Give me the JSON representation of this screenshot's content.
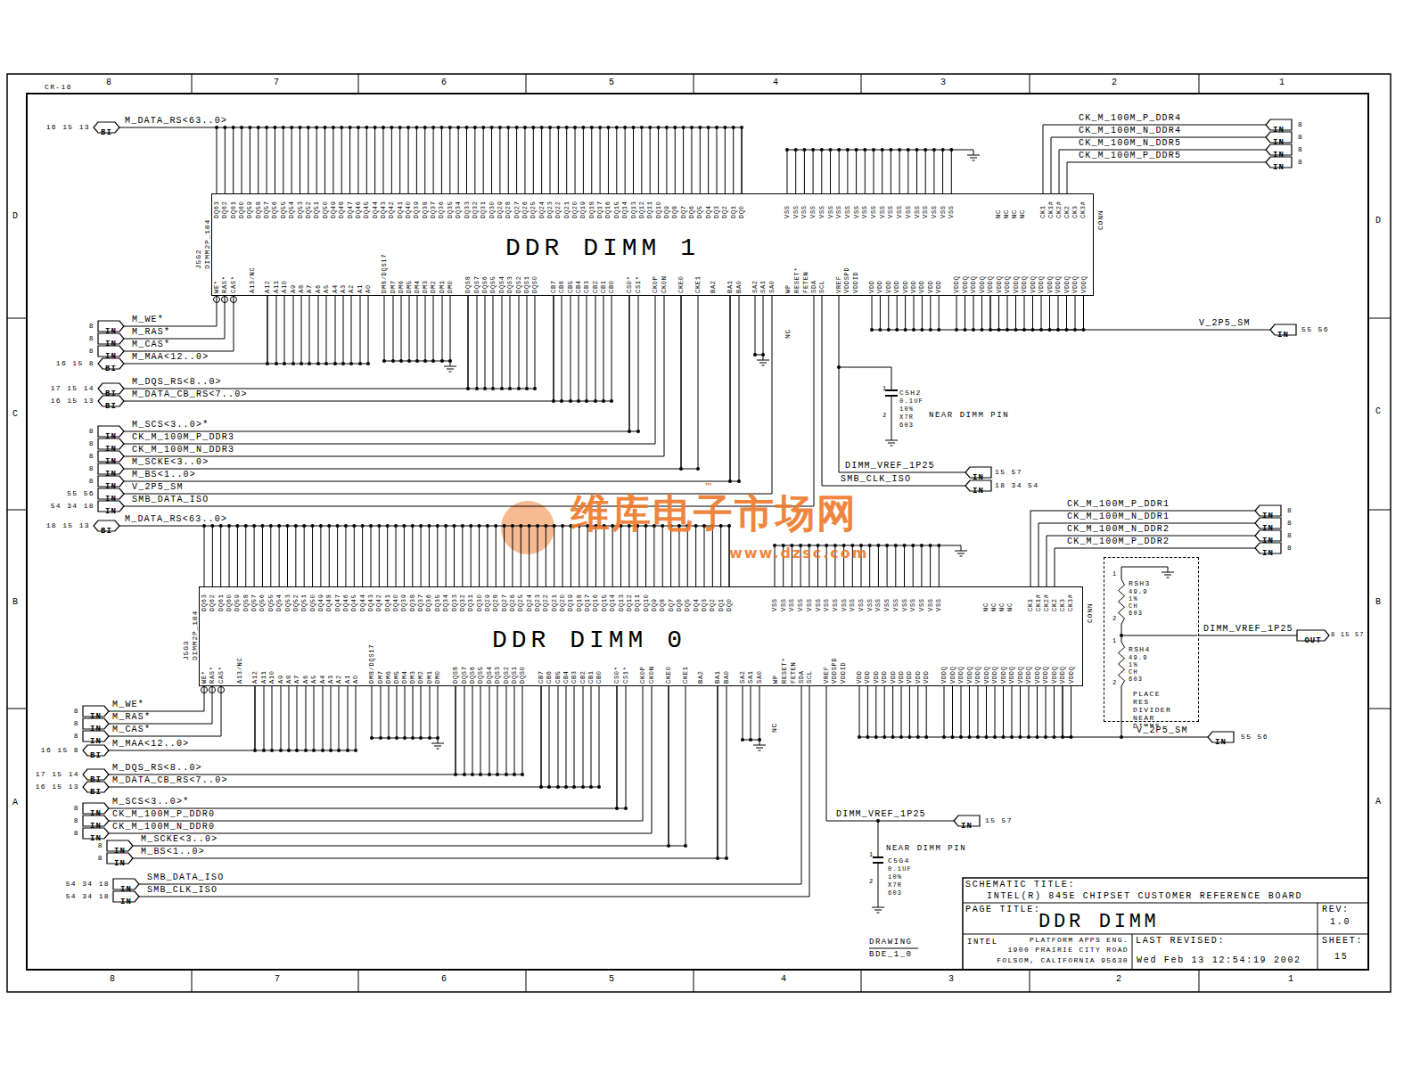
{
  "diagram": {
    "nodes": [
      {
        "text": [
          "DDR DIMM 1",
          "J5G2",
          "DIMM2P_184",
          "CONN"
        ]
      },
      {
        "text": [
          "BI"
        ]
      },
      {
        "text": [
          "IN"
        ]
      },
      {
        "text": [
          "IN"
        ]
      },
      {
        "text": [
          "IN"
        ]
      },
      {
        "text": [
          "IN"
        ]
      },
      {
        "text": [
          "IN"
        ]
      },
      {
        "text": [
          "IN"
        ]
      },
      {
        "text": [
          "IN"
        ]
      },
      {
        "text": [
          "BI"
        ]
      },
      {
        "text": [
          "BI"
        ]
      },
      {
        "text": [
          "BI"
        ]
      },
      {
        "text": [
          "IN"
        ]
      },
      {
        "text": [
          "IN"
        ]
      },
      {
        "text": [
          "IN"
        ]
      },
      {
        "text": [
          "IN"
        ]
      },
      {
        "text": [
          "IN"
        ]
      },
      {
        "text": [
          "IN"
        ]
      },
      {
        "text": [
          "IN"
        ]
      },
      {
        "text": [
          "IN"
        ]
      },
      {
        "text": [
          "IN"
        ]
      },
      {
        "text": [
          "IN"
        ]
      },
      {
        "text": [
          "DDR DIMM 0",
          "J5G3",
          "DIMM2P_184",
          "CONN"
        ]
      },
      {
        "text": [
          "BI"
        ]
      },
      {
        "text": [
          "IN"
        ]
      },
      {
        "text": [
          "IN"
        ]
      },
      {
        "text": [
          "IN"
        ]
      },
      {
        "text": [
          "IN"
        ]
      },
      {
        "text": [
          "PLACE RES DIVIDER NEAR DIMMS"
        ]
      },
      {
        "text": [
          "OUT"
        ]
      },
      {
        "text": [
          "IN"
        ]
      },
      {
        "text": [
          "IN"
        ]
      },
      {
        "text": [
          "IN"
        ]
      },
      {
        "text": [
          "BI"
        ]
      },
      {
        "text": [
          "BI"
        ]
      },
      {
        "text": [
          "BI"
        ]
      },
      {
        "text": [
          "IN"
        ]
      },
      {
        "text": [
          "IN"
        ]
      },
      {
        "text": [
          "IN"
        ]
      },
      {
        "text": [
          "IN"
        ]
      },
      {
        "text": [
          "IN"
        ]
      },
      {
        "text": [
          "IN"
        ]
      },
      {
        "text": [
          "IN"
        ]
      },
      {
        "text": [
          "IN"
        ]
      },
      {
        "text": [
          "IN"
        ]
      }
    ],
    "edges": [
      {
        "from": 1,
        "to": 0,
        "arrow": "none",
        "label": "M_DATA_RS<63..0>"
      },
      {
        "from": 2,
        "to": 0,
        "arrow": "none",
        "label": "CK_M_100M_P_DDR4"
      },
      {
        "from": 3,
        "to": 0,
        "arrow": "none",
        "label": "CK_M_100M_N_DDR4"
      },
      {
        "from": 4,
        "to": 0,
        "arrow": "none",
        "label": "CK_M_100M_N_DDR5"
      },
      {
        "from": 5,
        "to": 0,
        "arrow": "none",
        "label": "CK_M_100M_P_DDR5"
      },
      {
        "from": 6,
        "to": 0,
        "arrow": "none",
        "label": "M_WE*"
      },
      {
        "from": 7,
        "to": 0,
        "arrow": "none",
        "label": "M_RAS*"
      },
      {
        "from": 8,
        "to": 0,
        "arrow": "none",
        "label": "M_CAS*"
      },
      {
        "from": 9,
        "to": 0,
        "arrow": "none",
        "label": "M_MAA<12..0>"
      },
      {
        "from": 10,
        "to": 0,
        "arrow": "none",
        "label": "M_DQS_RS<8..0>"
      },
      {
        "from": 11,
        "to": 0,
        "arrow": "none",
        "label": "M_DATA_CB_RS<7..0>"
      },
      {
        "from": 12,
        "to": 0,
        "arrow": "none",
        "label": "M_SCS<3..0>*"
      },
      {
        "from": 13,
        "to": 0,
        "arrow": "none",
        "label": "CK_M_100M_P_DDR3"
      },
      {
        "from": 14,
        "to": 0,
        "arrow": "none",
        "label": "CK_M_100M_N_DDR3"
      },
      {
        "from": 15,
        "to": 0,
        "arrow": "none",
        "label": "M_SCKE<3..0>"
      },
      {
        "from": 16,
        "to": 0,
        "arrow": "none",
        "label": "M_BS<1..0>"
      },
      {
        "from": 17,
        "to": 0,
        "arrow": "none",
        "label": "V_2P5_SM"
      },
      {
        "from": 18,
        "to": 0,
        "arrow": "none",
        "label": "SMB_DATA_ISO"
      },
      {
        "from": 19,
        "to": 0,
        "arrow": "none",
        "label": "V_2P5_SM"
      },
      {
        "from": 20,
        "to": 0,
        "arrow": "none",
        "label": "DIMM_VREF_1P25"
      },
      {
        "from": 21,
        "to": 0,
        "arrow": "none",
        "label": "SMB_CLK_ISO"
      },
      {
        "from": 23,
        "to": 22,
        "arrow": "none",
        "label": "M_DATA_RS<63..0>"
      },
      {
        "from": 24,
        "to": 22,
        "arrow": "none",
        "label": "CK_M_100M_P_DDR1"
      },
      {
        "from": 25,
        "to": 22,
        "arrow": "none",
        "label": "CK_M_100M_N_DDR1"
      },
      {
        "from": 26,
        "to": 22,
        "arrow": "none",
        "label": "CK_M_100M_N_DDR2"
      },
      {
        "from": 27,
        "to": 22,
        "arrow": "none",
        "label": "CK_M_100M_P_DDR2"
      },
      {
        "from": 28,
        "to": 29,
        "arrow": "none",
        "label": "DIMM_VREF_1P25"
      },
      {
        "from": 30,
        "to": 22,
        "arrow": "none",
        "label": "M_WE*"
      },
      {
        "from": 31,
        "to": 22,
        "arrow": "none",
        "label": "M_RAS*"
      },
      {
        "from": 32,
        "to": 22,
        "arrow": "none",
        "label": "M_CAS*"
      },
      {
        "from": 33,
        "to": 22,
        "arrow": "none",
        "label": "M_MAA<12..0>"
      },
      {
        "from": 34,
        "to": 22,
        "arrow": "none",
        "label": "M_DQS_RS<8..0>"
      },
      {
        "from": 35,
        "to": 22,
        "arrow": "none",
        "label": "M_DATA_CB_RS<7..0>"
      },
      {
        "from": 36,
        "to": 22,
        "arrow": "none",
        "label": "M_SCS<3..0>*"
      },
      {
        "from": 37,
        "to": 22,
        "arrow": "none",
        "label": "CK_M_100M_P_DDR0"
      },
      {
        "from": 38,
        "to": 22,
        "arrow": "none",
        "label": "CK_M_100M_N_DDR0"
      },
      {
        "from": 39,
        "to": 22,
        "arrow": "none",
        "label": "M_SCKE<3..0>"
      },
      {
        "from": 40,
        "to": 22,
        "arrow": "none",
        "label": "M_BS<1..0>"
      },
      {
        "from": 41,
        "to": 22,
        "arrow": "none",
        "label": "V_2P5_SM"
      },
      {
        "from": 42,
        "to": 22,
        "arrow": "none",
        "label": "DIMM_VREF_1P25"
      },
      {
        "from": 43,
        "to": 22,
        "arrow": "none",
        "label": "SMB_DATA_ISO"
      },
      {
        "from": 44,
        "to": 22,
        "arrow": "none",
        "label": "SMB_CLK_ISO"
      }
    ],
    "labels": [
      "DQ63",
      "DQ62",
      "DQ61",
      "DQ60",
      "DQ59",
      "DQ58",
      "DQ57",
      "DQ56",
      "DQ55",
      "DQ54",
      "DQ53",
      "DQ52",
      "DQ51",
      "DQ50",
      "DQ49",
      "DQ48",
      "DQ47",
      "DQ46",
      "DQ45",
      "DQ44",
      "DQ43",
      "DQ42",
      "DQ41",
      "DQ40",
      "DQ39",
      "DQ38",
      "DQ37",
      "DQ36",
      "DQ35",
      "DQ34",
      "DQ33",
      "DQ32",
      "DQ31",
      "DQ30",
      "DQ29",
      "DQ28",
      "DQ27",
      "DQ26",
      "DQ25",
      "DQ24",
      "DQ23",
      "DQ22",
      "DQ21",
      "DQ20",
      "DQ19",
      "DQ18",
      "DQ17",
      "DQ16",
      "DQ15",
      "DQ14",
      "DQ13",
      "DQ12",
      "DQ11",
      "DQ10",
      "DQ9",
      "DQ8",
      "DQ7",
      "DQ6",
      "DQ5",
      "DQ4",
      "DQ3",
      "DQ2",
      "DQ1",
      "DQ0",
      "VSS",
      "VSS",
      "VSS",
      "VSS",
      "VSS",
      "VSS",
      "VSS",
      "VSS",
      "VSS",
      "VSS",
      "VSS",
      "VSS",
      "VSS",
      "VSS",
      "VSS",
      "VSS",
      "VSS",
      "VSS",
      "VSS",
      "VSS",
      "NC",
      "NC",
      "NC",
      "NC",
      "CK1",
      "CK1#",
      "CK2#",
      "CK2",
      "CK3",
      "CK3#",
      "WE*",
      "RAS*",
      "CAS*",
      "A13/NC",
      "A12",
      "A11",
      "A10",
      "A9",
      "A8",
      "A7",
      "A6",
      "A5",
      "A4",
      "A3",
      "A2",
      "A1",
      "A0",
      "DM8/DQS17",
      "DM7",
      "DM6",
      "DM5",
      "DM4",
      "DM3",
      "DM2",
      "DM1",
      "DM0",
      "DQS8",
      "DQS7",
      "DQS6",
      "DQS5",
      "DQS4",
      "DQS3",
      "DQS2",
      "DQS1",
      "DQS0",
      "CB7",
      "CB6",
      "CB5",
      "CB4",
      "CB3",
      "CB2",
      "CB1",
      "CB0",
      "CS0*",
      "CS1*",
      "CK0P",
      "CK0N",
      "CKE0",
      "CKE1",
      "BA2",
      "BA1",
      "BA0",
      "SA2",
      "SA1",
      "SA0",
      "WP",
      "RESET*",
      "FETEN",
      "SDA",
      "SCL",
      "VREF",
      "VDDSPD",
      "VDDID",
      "VDD",
      "VDD",
      "VDD",
      "VDD",
      "VDD",
      "VDD",
      "VDD",
      "VDD",
      "VDD",
      "VDDQ",
      "VDDQ",
      "VDDQ",
      "VDDQ",
      "VDDQ",
      "VDDQ",
      "VDDQ",
      "VDDQ",
      "VDDQ",
      "VDDQ",
      "VDDQ",
      "VDDQ",
      "VDDQ",
      "VDDQ",
      "VDDQ",
      "VDDQ",
      "DQ63",
      "DQ62",
      "DQ61",
      "DQ60",
      "DQ59",
      "DQ58",
      "DQ57",
      "DQ56",
      "DQ55",
      "DQ54",
      "DQ53",
      "DQ52",
      "DQ51",
      "DQ50",
      "DQ49",
      "DQ48",
      "DQ47",
      "DQ46",
      "DQ45",
      "DQ44",
      "DQ43",
      "DQ42",
      "DQ41",
      "DQ40",
      "DQ39",
      "DQ38",
      "DQ37",
      "DQ36",
      "DQ35",
      "DQ34",
      "DQ33",
      "DQ32",
      "DQ31",
      "DQ30",
      "DQ29",
      "DQ28",
      "DQ27",
      "DQ26",
      "DQ25",
      "DQ24",
      "DQ23",
      "DQ22",
      "DQ21",
      "DQ20",
      "DQ19",
      "DQ18",
      "DQ17",
      "DQ16",
      "DQ15",
      "DQ14",
      "DQ13",
      "DQ12",
      "DQ11",
      "DQ10",
      "DQ9",
      "DQ8",
      "DQ7",
      "DQ6",
      "DQ5",
      "DQ4",
      "DQ3",
      "DQ2",
      "DQ1",
      "DQ0",
      "VSS",
      "VSS",
      "VSS",
      "VSS",
      "VSS",
      "VSS",
      "VSS",
      "VSS",
      "VSS",
      "VSS",
      "VSS",
      "VSS",
      "VSS",
      "VSS",
      "VSS",
      "VSS",
      "VSS",
      "VSS",
      "VSS",
      "VSS",
      "NC",
      "NC",
      "NC",
      "NC",
      "CK1",
      "CK1#",
      "CK2#",
      "CK2",
      "CK3",
      "CK3#",
      "WE*",
      "RAS*",
      "CAS*",
      "A13/NC",
      "A12",
      "A11",
      "A10",
      "A9",
      "A8",
      "A7",
      "A6",
      "A5",
      "A4",
      "A3",
      "A2",
      "A1",
      "A0",
      "DM8/DQS17",
      "DM7",
      "DM6",
      "DM5",
      "DM4",
      "DM3",
      "DM2",
      "DM1",
      "DM0",
      "DQS8",
      "DQS7",
      "DQS6",
      "DQS5",
      "DQS4",
      "DQS3",
      "DQS2",
      "DQS1",
      "DQS0",
      "CB7",
      "CB6",
      "CB5",
      "CB4",
      "CB3",
      "CB2",
      "CB1",
      "CB0",
      "CS0*",
      "CS1*",
      "CK0P",
      "CK0N",
      "CKE0",
      "CKE1",
      "BA2",
      "BA1",
      "BA0",
      "SA2",
      "SA1",
      "SA0",
      "WP",
      "RESET*",
      "FETEN",
      "SDA",
      "SCL",
      "VREF",
      "VDDSPD",
      "VDDID",
      "VDD",
      "VDD",
      "VDD",
      "VDD",
      "VDD",
      "VDD",
      "VDD",
      "VDD",
      "VDD",
      "VDDQ",
      "VDDQ",
      "VDDQ",
      "VDDQ",
      "VDDQ",
      "VDDQ",
      "VDDQ",
      "VDDQ",
      "VDDQ",
      "VDDQ",
      "VDDQ",
      "VDDQ",
      "VDDQ",
      "VDDQ",
      "VDDQ",
      "VDDQ",
      "CR-16",
      "8",
      "7",
      "6",
      "5",
      "4",
      "3",
      "2",
      "1",
      "8",
      "7",
      "6",
      "5",
      "4",
      "3",
      "2",
      "1",
      "D",
      "C",
      "B",
      "A",
      "D",
      "C",
      "B",
      "A",
      "16 15 13",
      "8",
      "8",
      "8",
      "16 15 8",
      "17 15 14",
      "16 15 13",
      "8",
      "8",
      "8",
      "8",
      "8",
      "55 56",
      "54 34 18",
      "8",
      "8",
      "8",
      "8",
      "55 56",
      "15 57",
      "18 34 54",
      "18 15 13",
      "8",
      "8",
      "8",
      "16 15 8",
      "17 15 14",
      "16 15 13",
      "8",
      "8",
      "8",
      "8",
      "8",
      "54 34 18",
      "54 34 18",
      "8",
      "8",
      "8",
      "8",
      "8 15 57",
      "55 56",
      "15 57",
      "1",
      "C5H2",
      "0.1UF",
      "10%",
      "X7R",
      "603",
      "2",
      "NEAR DIMM PIN",
      "1",
      "C5G4",
      "0.1UF",
      "10%",
      "X7R",
      "603",
      "2",
      "NEAR DIMM PIN",
      "1",
      "RSH3",
      "49.9",
      "1%",
      "CH",
      "603",
      "2",
      "1",
      "RSH4",
      "49.9",
      "1%",
      "CH",
      "603",
      "2",
      "SCHEMATIC TITLE:",
      "INTEL(R) 845E CHIPSET CUSTOMER REFERENCE BOARD",
      "PAGE TITLE:",
      "DDR DIMM",
      "REV:",
      "1.0",
      "INTEL",
      "PLATFORM APPS ENG.",
      "1900 PRAIRIE CITY ROAD",
      "FOLSOM, CALIFORNIA 95630",
      "LAST REVISED:",
      "Wed Feb 13 12:54:19 2002",
      "SHEET:",
      "15",
      "DRAWING",
      "BDE_1_0",
      "维库电子市场网",
      "™",
      "www.dzsc.com",
      "NC",
      "NC"
    ]
  }
}
